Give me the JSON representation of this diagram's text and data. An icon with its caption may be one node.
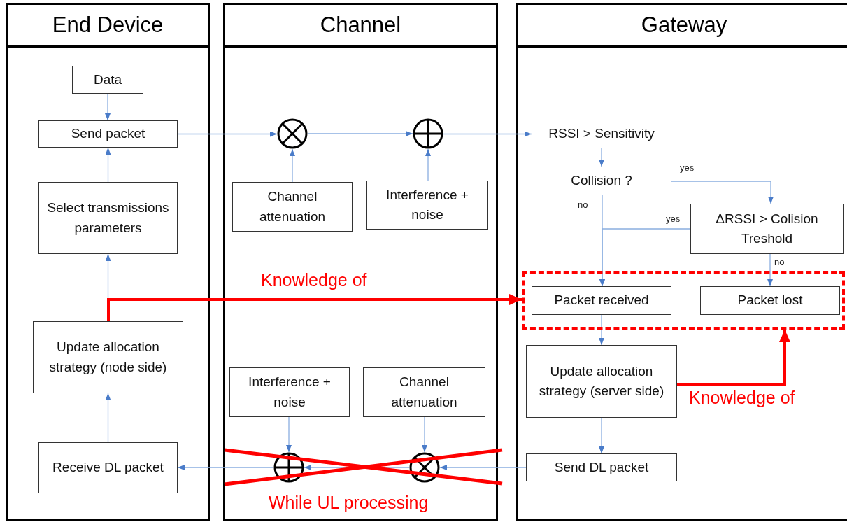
{
  "diagram": {
    "nodes": [
      {
        "text": [
          "End Device"
        ]
      },
      {
        "text": [
          "Channel"
        ]
      },
      {
        "text": [
          "Gateway"
        ]
      },
      {
        "text": [
          "Data"
        ],
        "in": 0
      },
      {
        "text": [
          "Send packet"
        ],
        "in": 0
      },
      {
        "text": [
          "Select transmissions parameters"
        ],
        "in": 0
      },
      {
        "text": [
          "Update allocation strategy (node side)"
        ],
        "in": 0
      },
      {
        "text": [
          "Receive DL packet"
        ],
        "in": 0
      },
      {
        "text": [],
        "shape": "circle",
        "in": 1
      },
      {
        "text": [],
        "shape": "circle",
        "in": 1
      },
      {
        "text": [
          "Channel attenuation"
        ],
        "in": 1
      },
      {
        "text": [
          "Interference + noise"
        ],
        "in": 1
      },
      {
        "text": [
          "Interference + noise"
        ],
        "in": 1
      },
      {
        "text": [
          "Channel attenuation"
        ],
        "in": 1
      },
      {
        "text": [],
        "shape": "circle",
        "in": 1
      },
      {
        "text": [],
        "shape": "circle",
        "in": 1
      },
      {
        "text": [
          "RSSI > Sensitivity"
        ],
        "in": 2
      },
      {
        "text": [
          "Collision ?"
        ],
        "in": 2
      },
      {
        "text": [
          "ΔRSSI > Colision Treshold"
        ],
        "in": 2
      },
      {
        "text": [],
        "shape": "box",
        "in": 2
      },
      {
        "text": [
          "Packet received"
        ],
        "in": 19
      },
      {
        "text": [
          "Packet lost"
        ],
        "in": 19
      },
      {
        "text": [
          "Update allocation strategy (server side)"
        ],
        "in": 2
      },
      {
        "text": [
          "Send DL packet"
        ],
        "in": 2
      }
    ],
    "edges": [
      {
        "from": 3,
        "to": 4,
        "arrow": "to"
      },
      {
        "from": 5,
        "to": 4,
        "arrow": "to"
      },
      {
        "from": 6,
        "to": 5,
        "arrow": "to"
      },
      {
        "from": 7,
        "to": 6,
        "arrow": "to"
      },
      {
        "from": 4,
        "to": 8,
        "arrow": "to"
      },
      {
        "from": 10,
        "to": 8,
        "arrow": "to"
      },
      {
        "from": 8,
        "to": 9,
        "arrow": "to"
      },
      {
        "from": 11,
        "to": 9,
        "arrow": "to"
      },
      {
        "from": 9,
        "to": 16,
        "arrow": "to"
      },
      {
        "from": 16,
        "to": 17,
        "arrow": "to"
      },
      {
        "from": 17,
        "to": 18,
        "arrow": "to",
        "label": "yes"
      },
      {
        "from": 17,
        "to": 20,
        "arrow": "to",
        "label": "no"
      },
      {
        "from": 18,
        "to": 20,
        "arrow": "to",
        "label": "yes"
      },
      {
        "from": 18,
        "to": 21,
        "arrow": "to",
        "label": "no"
      },
      {
        "from": 20,
        "to": 22,
        "arrow": "to"
      },
      {
        "from": 22,
        "to": 23,
        "arrow": "to"
      },
      {
        "from": 23,
        "to": 15,
        "arrow": "to"
      },
      {
        "from": 15,
        "to": 14,
        "arrow": "to"
      },
      {
        "from": 14,
        "to": 7,
        "arrow": "to"
      },
      {
        "from": 12,
        "to": 14,
        "arrow": "to"
      },
      {
        "from": 13,
        "to": 15,
        "arrow": "to"
      },
      {
        "from": 6,
        "to": 19,
        "arrow": "to",
        "label": "Knowledge of",
        "style": "thick",
        "color": "#ff0000"
      },
      {
        "from": 22,
        "to": 19,
        "arrow": "to",
        "label": "Knowledge of",
        "style": "thick",
        "color": "#ff0000"
      }
    ],
    "labels": [
      "While UL processing"
    ]
  }
}
